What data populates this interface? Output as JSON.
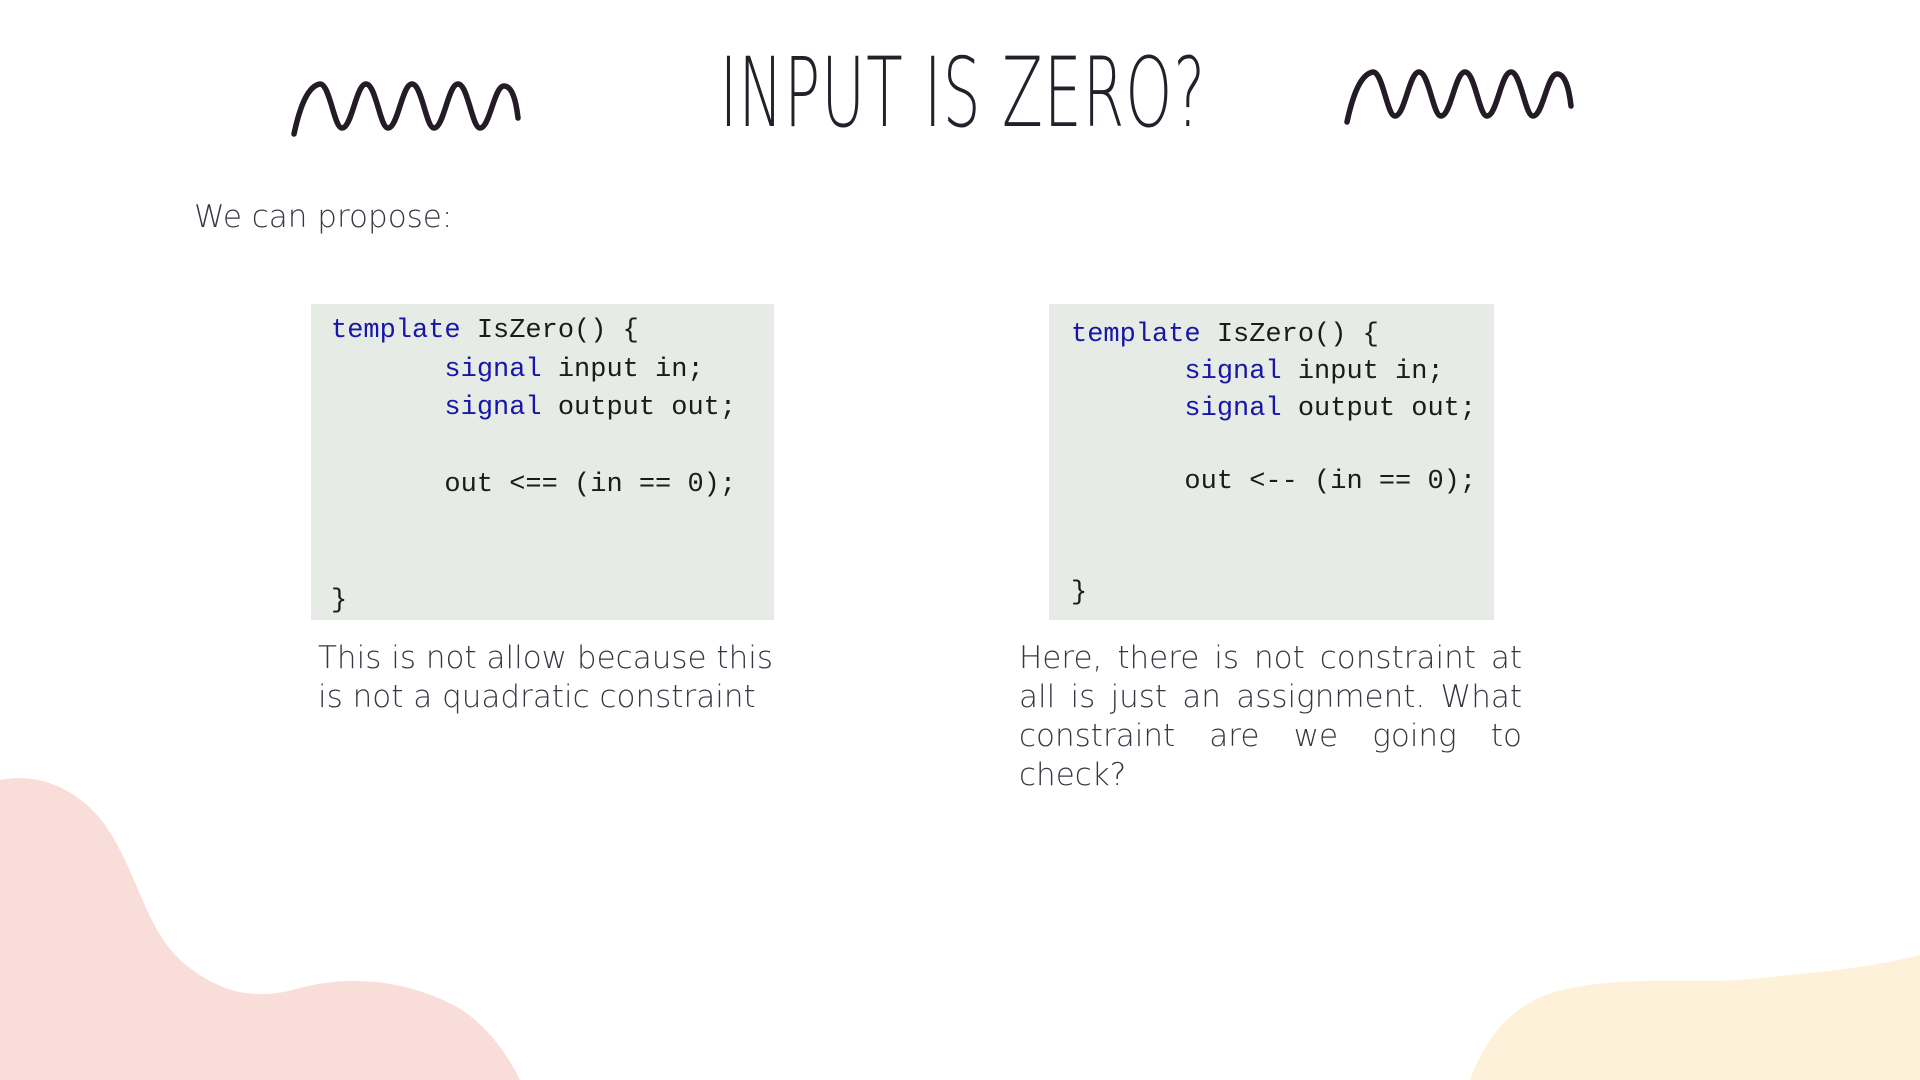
{
  "slide": {
    "title": "INPUT IS ZERO?",
    "intro": "We can propose:",
    "colors": {
      "pink_blob": "#f8ddd8",
      "yellow_blob": "#fdf1d9",
      "code_background": "#e6ece5",
      "keyword": "#1616a8",
      "squiggle": "#231c26"
    },
    "code_left": {
      "lines": [
        {
          "indent": "",
          "keyword": "template",
          "text": " IsZero() {"
        },
        {
          "indent": "       ",
          "keyword": "signal",
          "text": " input in;"
        },
        {
          "indent": "       ",
          "keyword": "signal",
          "text": " output out;"
        },
        {
          "indent": "",
          "keyword": "",
          "text": ""
        },
        {
          "indent": "       ",
          "keyword": "",
          "text": "out <== (in == 0);"
        },
        {
          "indent": "",
          "keyword": "",
          "text": ""
        },
        {
          "indent": "",
          "keyword": "",
          "text": ""
        },
        {
          "indent": "",
          "keyword": "",
          "text": "}"
        }
      ]
    },
    "code_right": {
      "lines": [
        {
          "indent": "",
          "keyword": "template",
          "text": " IsZero() {"
        },
        {
          "indent": "       ",
          "keyword": "signal",
          "text": " input in;"
        },
        {
          "indent": "       ",
          "keyword": "signal",
          "text": " output out;"
        },
        {
          "indent": "",
          "keyword": "",
          "text": ""
        },
        {
          "indent": "       ",
          "keyword": "",
          "text": "out <-- (in == 0);"
        },
        {
          "indent": "",
          "keyword": "",
          "text": ""
        },
        {
          "indent": "",
          "keyword": "",
          "text": ""
        },
        {
          "indent": "",
          "keyword": "",
          "text": "}"
        }
      ]
    },
    "caption_left": "This is not allow because this is not a quadratic constraint",
    "caption_right": "Here, there is not constraint at all is just an assignment. What constraint are we going to check?"
  }
}
